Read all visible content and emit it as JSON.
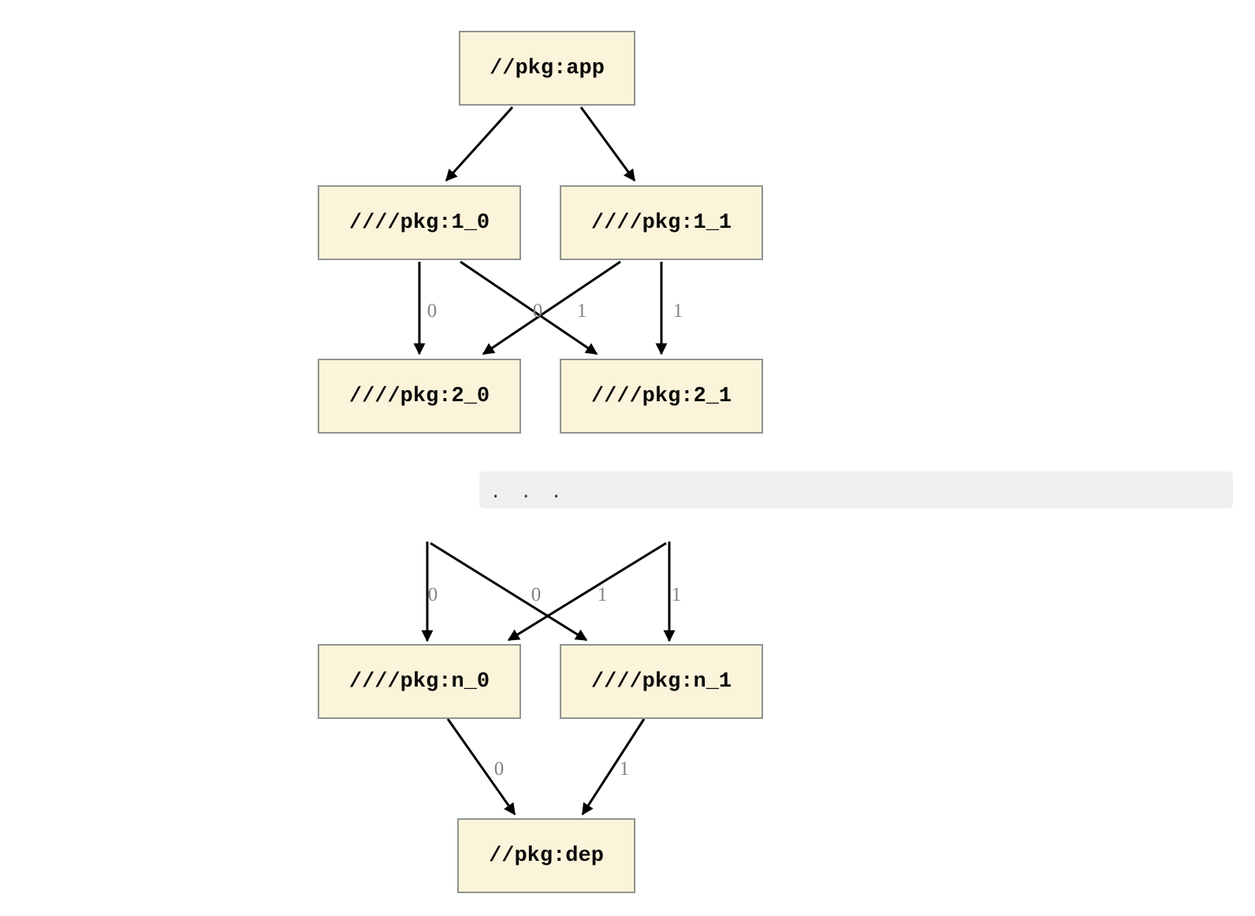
{
  "diagram": {
    "nodes": {
      "app": "//pkg:app",
      "v1_0": "////pkg:1_0",
      "v1_1": "////pkg:1_1",
      "v2_0": "////pkg:2_0",
      "v2_1": "////pkg:2_1",
      "vn_0": "////pkg:n_0",
      "vn_1": "////pkg:n_1",
      "dep": "//pkg:dep"
    },
    "ellipsis": ". . .",
    "edge_labels": {
      "mid": [
        "0",
        "0",
        "1",
        "1"
      ],
      "lower": [
        "0",
        "0",
        "1",
        "1"
      ],
      "bottom": [
        "0",
        "1"
      ]
    },
    "colors": {
      "node_fill": "#fcf4da",
      "node_border": "#8f9491",
      "edge": "#000000",
      "edge_label": "#848484",
      "ellipsis_bg": "#f0f0f0",
      "ellipsis_text": "#333333",
      "background": "#ffffff"
    }
  }
}
